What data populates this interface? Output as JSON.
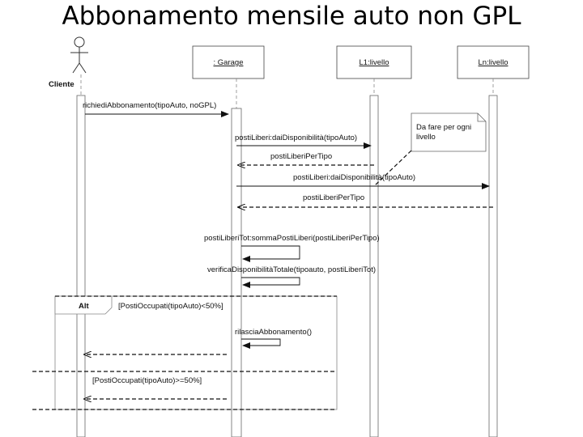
{
  "title": "Abbonamento mensile auto non GPL",
  "actors": {
    "client": "Cliente"
  },
  "objects": {
    "garage": ": Garage",
    "l1": "L1:livello",
    "ln": "Ln:livello"
  },
  "note": {
    "line1": "Da fare per ogni",
    "line2": "livello"
  },
  "messages": {
    "m1": "richiediAbbonamento(tipoAuto, noGPL)",
    "m2": "postiLiberi:daiDisponibilità(tipoAuto)",
    "m3": "postiLiberiPerTipo",
    "m4": "postiLiberi:daiDisponibilità(tipoAuto)",
    "m5": "postiLiberiPerTipo",
    "m6": "postiLiberiTot:sommaPostiLiberi(postiLiberiPerTipo)",
    "m7": "verificaDisponibilitàTotale(tipoauto, postiLiberiTot)",
    "m8": "rilasciaAbbonamento()"
  },
  "fragment": {
    "label": "Alt",
    "guard1": "[PostiOccupati(tipoAuto)<50%]",
    "guard2": "[PostiOccupati(tipoAuto)>=50%]"
  }
}
